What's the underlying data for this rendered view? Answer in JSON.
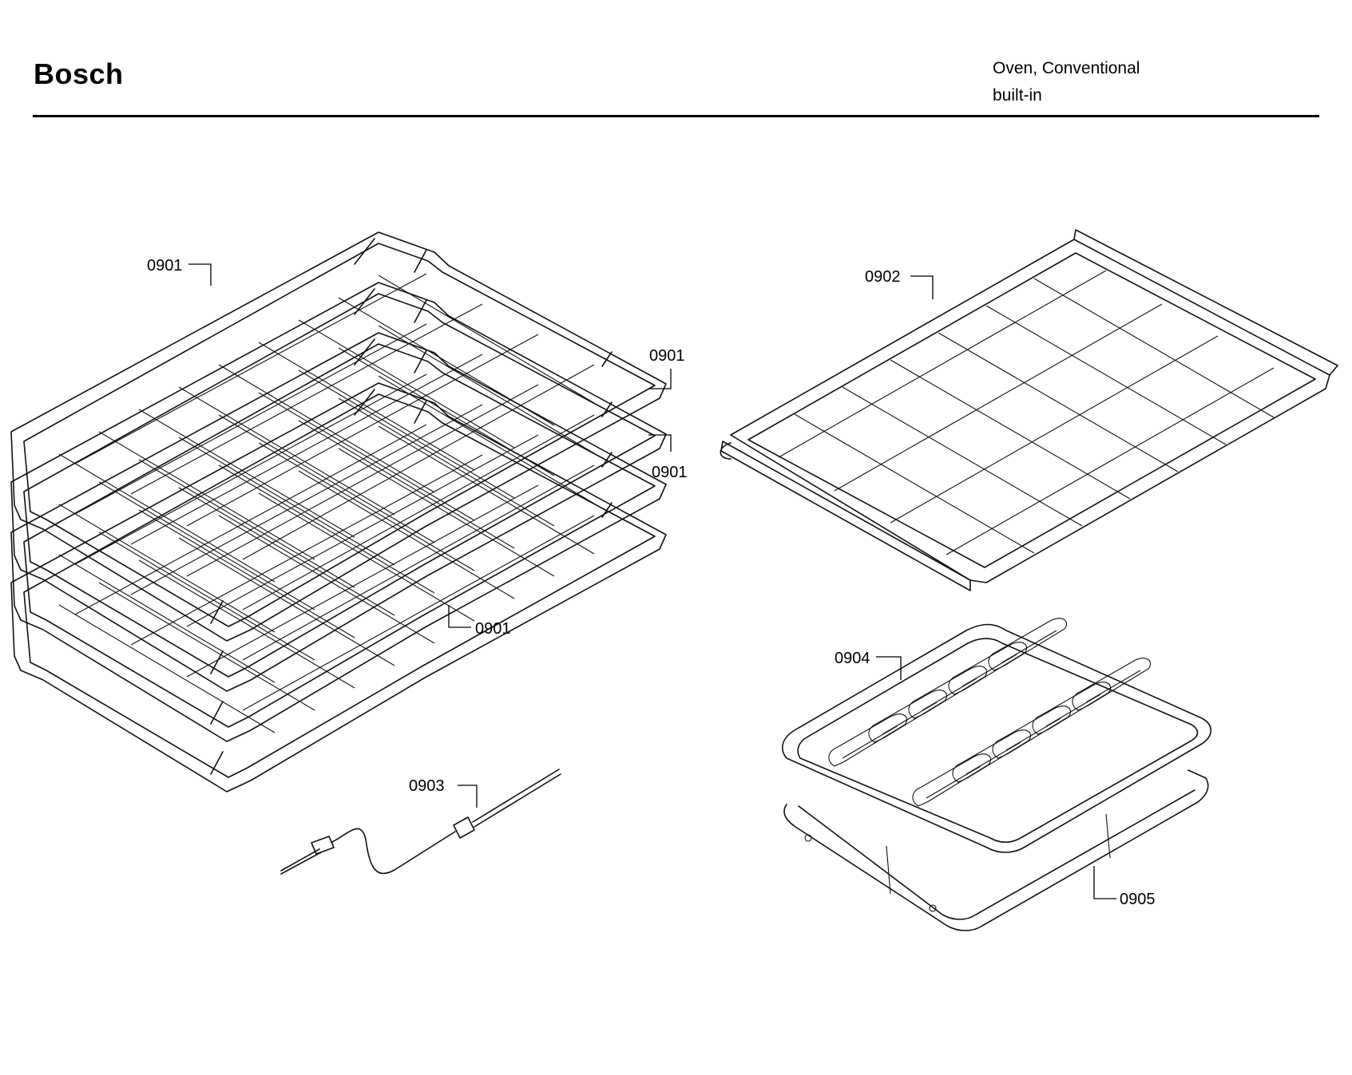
{
  "header": {
    "brand": "Bosch",
    "product_line1": "Oven, Conventional",
    "product_line2": "built-in"
  },
  "callouts": {
    "rack_top": "0901",
    "rack_second": "0901",
    "rack_third": "0901",
    "rack_bottom": "0901",
    "telescopic_rack": "0902",
    "meat_probe": "0903",
    "broil_grid": "0904",
    "broil_pan": "0905"
  }
}
